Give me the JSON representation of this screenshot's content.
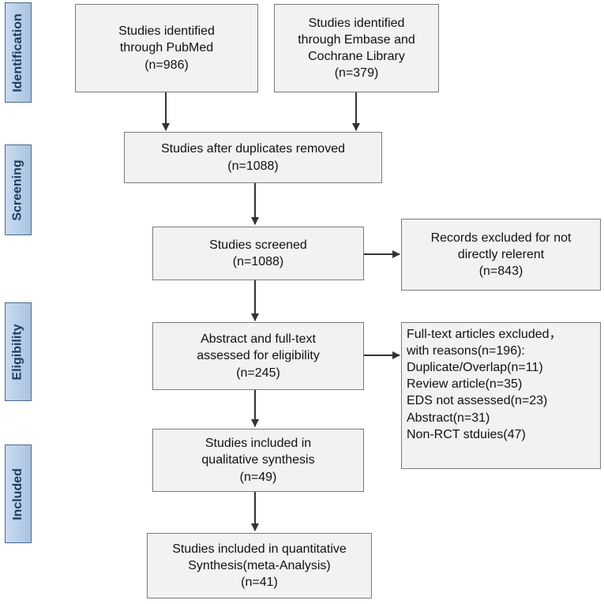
{
  "stages": [
    "Identification",
    "Screening",
    "Eligibility",
    "Included"
  ],
  "boxes": {
    "pubmed": [
      "Studies identified",
      "through PubMed",
      "(n=986)"
    ],
    "embase": [
      "Studies identified",
      "through Embase and",
      "Cochrane Library",
      "(n=379)"
    ],
    "duplicates": [
      "Studies after duplicates removed",
      "(n=1088)"
    ],
    "screened": [
      "Studies screened",
      "(n=1088)"
    ],
    "excluded_records": [
      "Records excluded for not",
      "directly relerent",
      "(n=843)"
    ],
    "assessed": [
      "Abstract and full-text",
      "assessed for eligibility",
      "(n=245)"
    ],
    "excluded_fulltext": [
      "Full-text articles excluded，",
      "with reasons(n=196):",
      "Duplicate/Overlap(n=11)",
      "Review article(n=35)",
      "EDS not assessed(n=23)",
      "Abstract(n=31)",
      "Non-RCT stduies(47)"
    ],
    "qualitative": [
      "Studies included in",
      "qualitative synthesis",
      "(n=49)"
    ],
    "quantitative": [
      "Studies included in quantitative",
      "Synthesis(meta-Analysis)",
      "(n=41)"
    ]
  }
}
